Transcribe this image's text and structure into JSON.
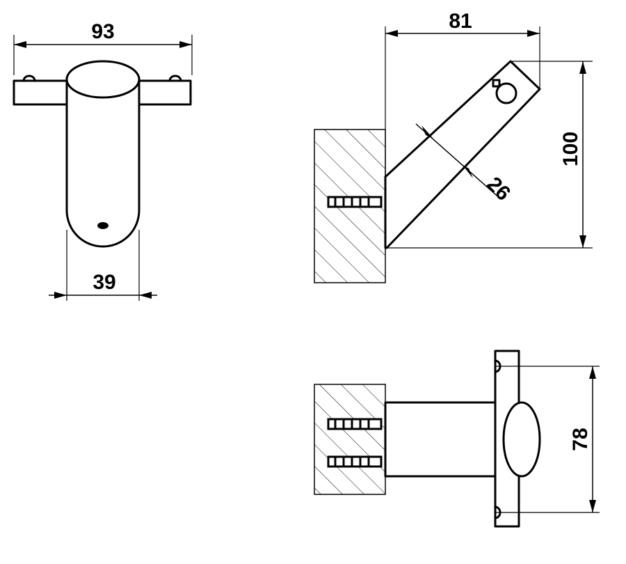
{
  "dimensions": {
    "front_width_top": "93",
    "front_width_bottom": "39",
    "side_projection": "81",
    "side_height": "100",
    "side_tube_diameter": "26",
    "plan_width": "78"
  },
  "colors": {
    "line": "#000000",
    "background": "#ffffff"
  }
}
